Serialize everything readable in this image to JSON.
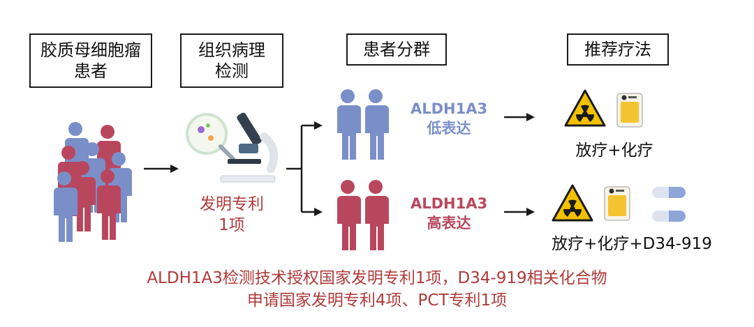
{
  "steps": [
    {
      "label": "胶质母细胞瘤\n患者"
    },
    {
      "label": "组织病理\n检测"
    },
    {
      "label": "患者分群"
    },
    {
      "label": "推荐疗法"
    }
  ],
  "detection": {
    "patent_label": "发明专利\n1项"
  },
  "groups": {
    "low": {
      "label": "ALDH1A3\n低表达",
      "color": "#7a8fc8",
      "treatment": "放疗+化疗"
    },
    "high": {
      "label": "ALDH1A3\n高表达",
      "color": "#b8475e",
      "treatment": "放疗+化疗+D34-919"
    }
  },
  "footer": {
    "line1": "ALDH1A3检测技术授权国家发明专利1项，D34-919相关化合物",
    "line2": "申请国家发明专利4项、PCT专利1项"
  },
  "colors": {
    "accent_red": "#b03a3a",
    "person_blue": "#7a8fc8",
    "person_red": "#b8475e",
    "hazard_yellow": "#f2c200",
    "pill_blue": "#8ea5d8"
  },
  "icons": [
    "people-crowd-icon",
    "microscope-icon",
    "person-pair-icon",
    "radiation-icon",
    "chemo-packet-icon",
    "capsule-icon",
    "arrow-icon"
  ]
}
